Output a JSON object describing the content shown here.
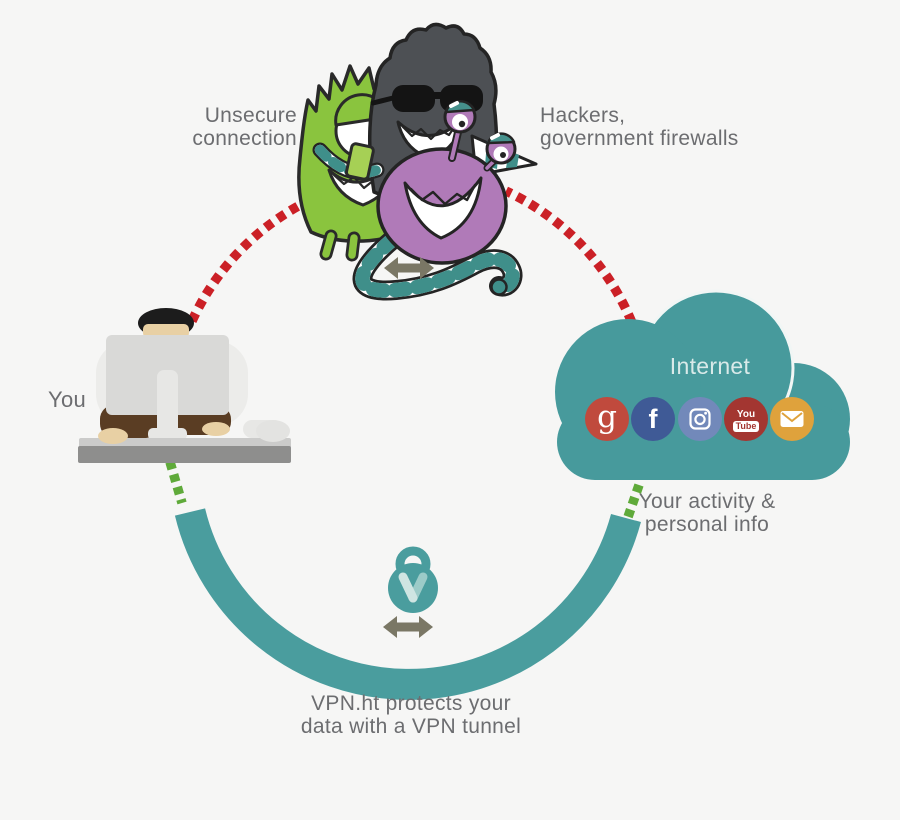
{
  "labels": {
    "unsecure_connection": "Unsecure\nconnection",
    "hackers": "Hackers,\ngovernment firewalls",
    "you": "You",
    "internet": "Internet",
    "your_activity": "Your activity &\npersonal info",
    "vpn_protects": "VPN.ht protects your\ndata with a VPN tunnel"
  },
  "social_icons": [
    {
      "name": "google-icon",
      "glyph": "g",
      "color": "#c04a3d"
    },
    {
      "name": "facebook-icon",
      "glyph": "f",
      "color": "#3f5a96"
    },
    {
      "name": "instagram-icon",
      "glyph": "camera",
      "color": "#7289ba"
    },
    {
      "name": "youtube-icon",
      "text_top": "You",
      "text_bottom": "Tube",
      "color": "#a33631"
    },
    {
      "name": "email-icon",
      "glyph": "envelope",
      "color": "#dfa23c"
    }
  ],
  "colors": {
    "background": "#f6f6f5",
    "text_gray": "#6c6d70",
    "insecure_red": "#cb2026",
    "secure_green": "#5faa3a",
    "tunnel_teal": "#4a9d9e",
    "cloud_teal": "#479a9c",
    "arrow_gray": "#7a7765"
  }
}
